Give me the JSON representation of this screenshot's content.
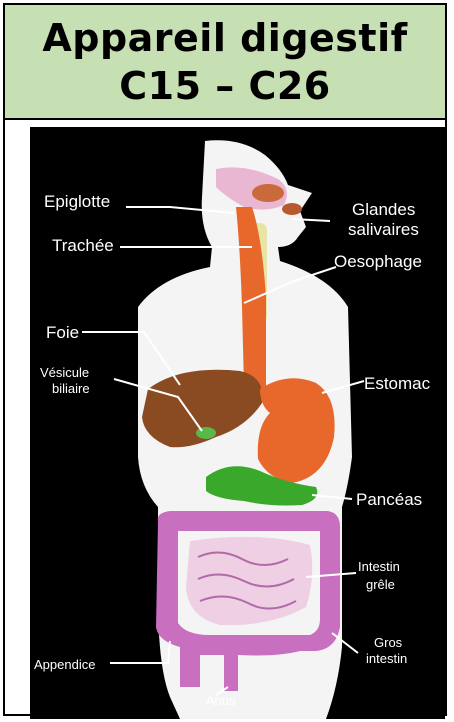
{
  "title": {
    "line1": "Appareil digestif",
    "line2": "C15 – C26"
  },
  "colors": {
    "header_bg": "#c6dfb3",
    "figure_bg": "#000000",
    "label_text": "#ffffff",
    "esophagus": "#e8672a",
    "liver": "#8a4a22",
    "pancreas": "#3aa82a",
    "intestine": "#c86fc0"
  },
  "diagram": {
    "labels": {
      "epiglotte": "Epiglotte",
      "glandes_1": "Glandes",
      "glandes_2": "salivaires",
      "trachee": "Trachée",
      "oesophage": "Oesophage",
      "foie": "Foie",
      "vesicule_1": "Vésicule",
      "vesicule_2": "biliaire",
      "estomac": "Estomac",
      "panceas": "Pancéas",
      "intestin_grele_1": "Intestin",
      "intestin_grele_2": "grêle",
      "gros_intestin_1": "Gros",
      "gros_intestin_2": "intestin",
      "appendice": "Appendice",
      "anus": "Anus"
    }
  }
}
